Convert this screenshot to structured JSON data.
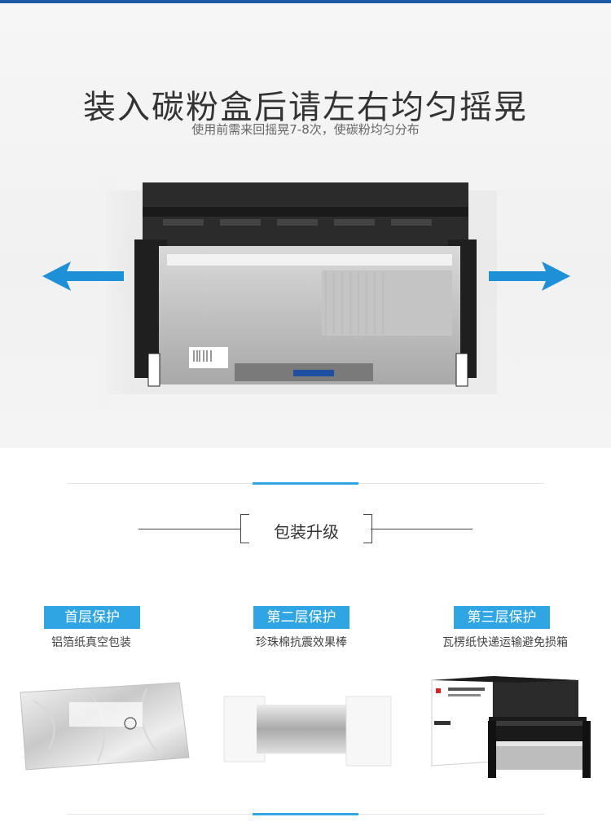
{
  "hero": {
    "title": "装入碳粉盒后请左右均匀摇晃",
    "subtitle": "使用前需来回摇晃7-8次，使碳粉均匀分布"
  },
  "section": {
    "heading": "包装升级"
  },
  "layers": [
    {
      "badge": "首层保护",
      "description": "铝箔纸真空包装"
    },
    {
      "badge": "第二层保护",
      "description": "珍珠棉抗震效果棒"
    },
    {
      "badge": "第三层保护",
      "description": "瓦楞纸快递运输避免损箱"
    }
  ],
  "colors": {
    "accent": "#2fa6e3",
    "top_bar": "#1c5aa6",
    "arrow": "#1e90d8"
  }
}
